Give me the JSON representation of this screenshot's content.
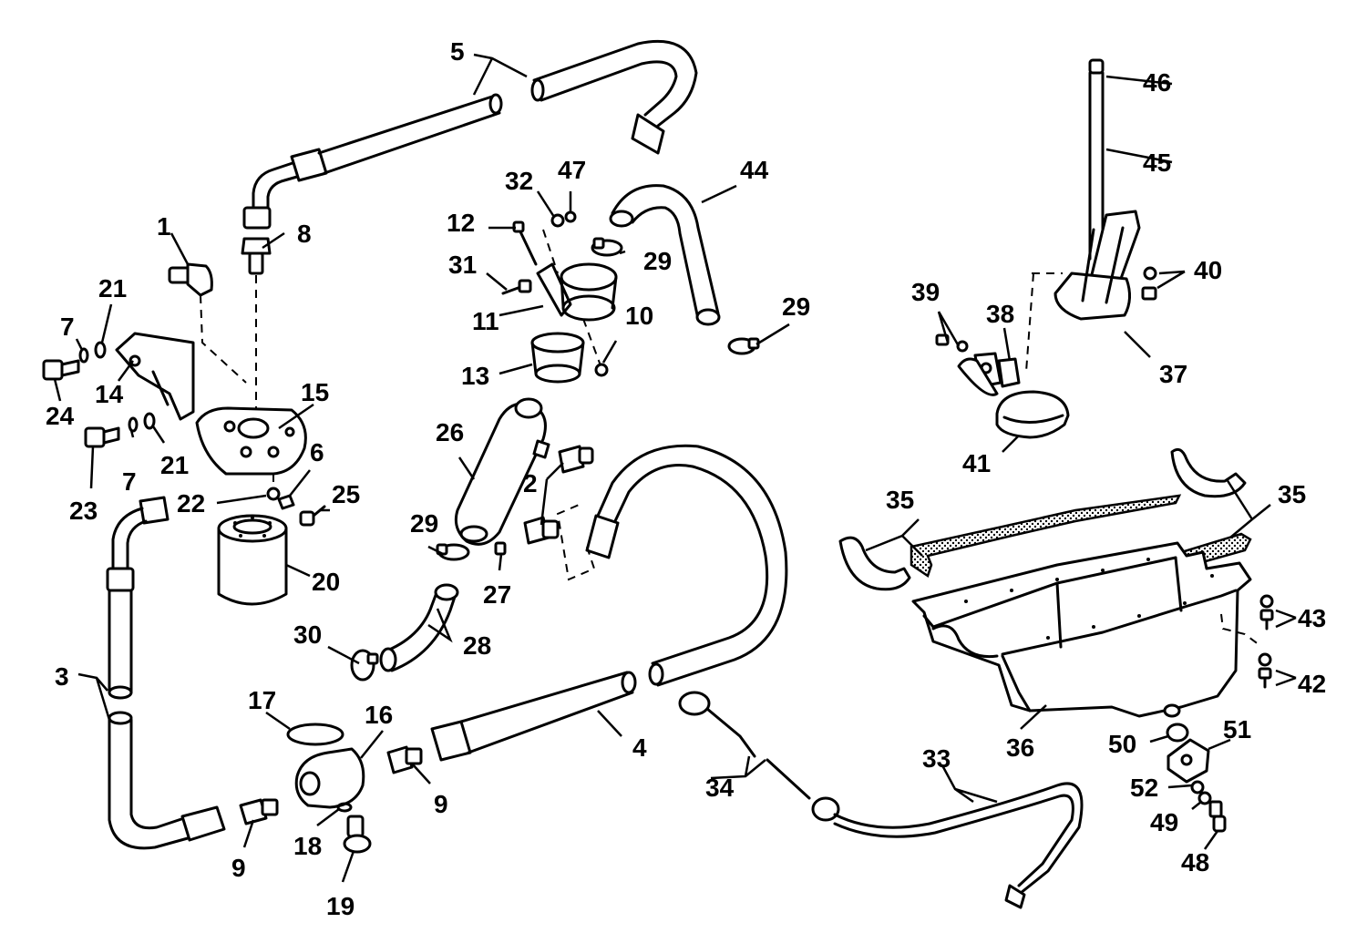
{
  "callouts": {
    "c1": "1",
    "c2": "2",
    "c3": "3",
    "c4": "4",
    "c5": "5",
    "c6": "6",
    "c7a": "7",
    "c7b": "7",
    "c8": "8",
    "c9a": "9",
    "c9b": "9",
    "c10": "10",
    "c11": "11",
    "c12": "12",
    "c13": "13",
    "c14": "14",
    "c15": "15",
    "c16": "16",
    "c17": "17",
    "c18": "18",
    "c19": "19",
    "c20": "20",
    "c21a": "21",
    "c21b": "21",
    "c22": "22",
    "c23": "23",
    "c24": "24",
    "c25": "25",
    "c26": "26",
    "c27": "27",
    "c28": "28",
    "c29a": "29",
    "c29b": "29",
    "c29c": "29",
    "c30": "30",
    "c31": "31",
    "c32": "32",
    "c33": "33",
    "c34": "34",
    "c35a": "35",
    "c35b": "35",
    "c36": "36",
    "c37": "37",
    "c38": "38",
    "c39": "39",
    "c40": "40",
    "c41": "41",
    "c42": "42",
    "c43": "43",
    "c44": "44",
    "c45": "45",
    "c46": "46",
    "c47": "47",
    "c48": "48",
    "c49": "49",
    "c50": "50",
    "c51": "51",
    "c52": "52"
  }
}
